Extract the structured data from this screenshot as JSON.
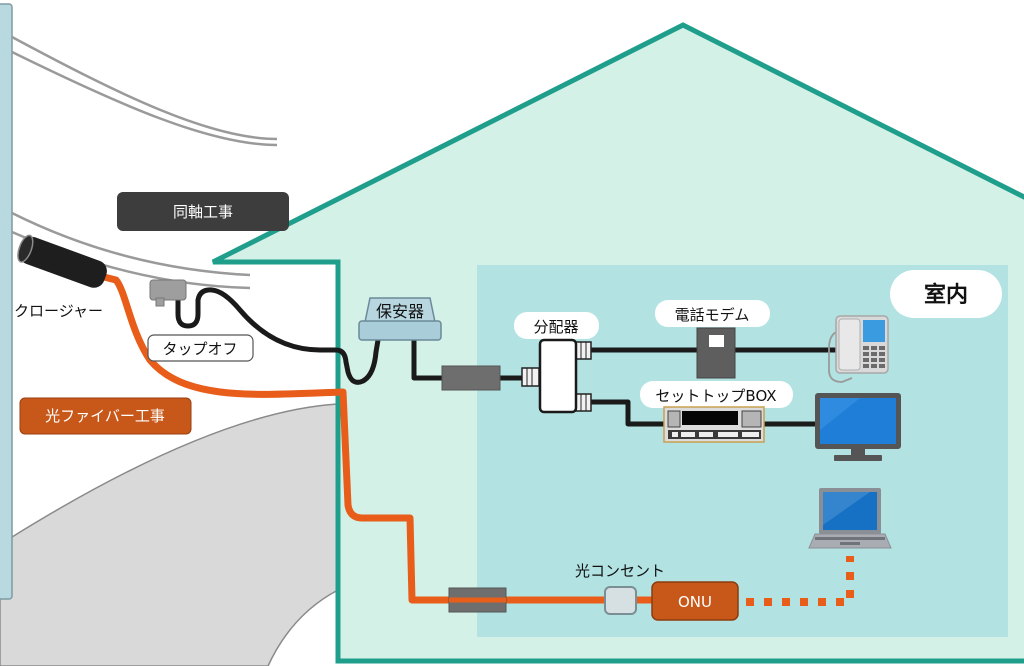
{
  "labels": {
    "coax_work": "同軸工事",
    "fiber_work": "光ファイバー工事",
    "closure": "クロージャー",
    "tap_off": "タップオフ",
    "protector": "保安器",
    "splitter": "分配器",
    "phone_modem": "電話モデム",
    "set_top_box": "セットトップBOX",
    "indoor": "室内",
    "optical_outlet": "光コンセント",
    "onu": "ONU"
  },
  "colors": {
    "house_stroke": "#1f9e8c",
    "house_fill": "#d3f1e7",
    "room_fill": "#b2e2e2",
    "fiber": "#e85d1a",
    "coax": "#1a1a1a",
    "coax_label_bg": "#3d3d3d",
    "fiber_label_bg": "#c8581a"
  }
}
